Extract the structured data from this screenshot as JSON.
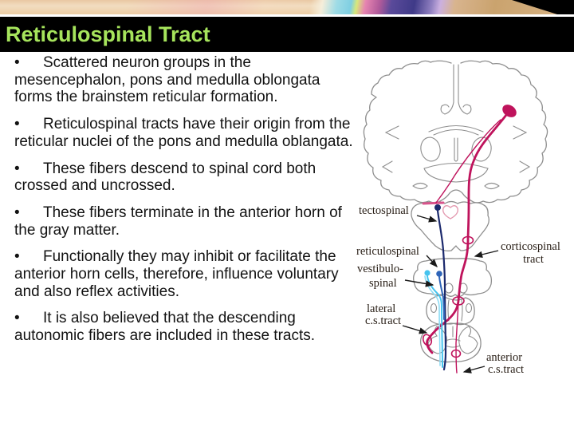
{
  "slide": {
    "title": "Reticulospinal Tract",
    "bullet_char": "•",
    "bullets": [
      {
        "text": "Scattered neuron groups in the mesencephalon, pons and medulla oblongata forms the brainstem reticular formation."
      },
      {
        "text": "Reticulospinal tracts have their origin from the reticular nuclei of the pons and medulla oblangata."
      },
      {
        "text": "These fibers descend to spinal cord both crossed and uncrossed."
      },
      {
        "text": "These fibers terminate in the anterior horn of the gray matter."
      },
      {
        "text": "Functionally they may inhibit or facilitate the anterior horn cells, therefore, influence voluntary and also reflex activities."
      },
      {
        "text": "It is also believed that the descending autonomic fibers are included in these tracts."
      }
    ]
  },
  "diagram": {
    "labels": {
      "tectospinal": "tectospinal",
      "reticulospinal": "reticulospinal",
      "vestibulospinal_line1": "vestibulo-",
      "vestibulospinal_line2": "spinal",
      "corticospinal_line1": "corticospinal",
      "corticospinal_line2": "tract",
      "lateral_line1": "lateral",
      "lateral_line2": "c.s.tract",
      "anterior_line1": "anterior",
      "anterior_line2": "c.s.tract"
    }
  },
  "theme": {
    "colors": {
      "title-green": "#a6e45c",
      "crimson": "#bf135c",
      "pink": "#d9548c",
      "aqueduct-pink": "#e49ab0",
      "navy": "#1c2a6d",
      "royal": "#2e64b8",
      "cyan": "#45c3ee",
      "cyan-light": "#8edcf4",
      "outline-gray": "#8e8e8e",
      "label-ink": "#2a2018"
    }
  }
}
